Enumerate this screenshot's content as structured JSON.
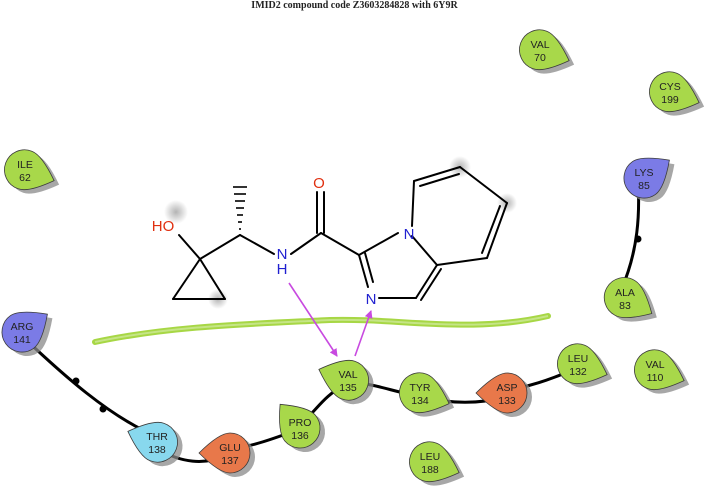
{
  "title": "IMID2 compound code  Z3603284828  with 6Y9R",
  "colors": {
    "hydrophobic": "#a8d84a",
    "negative": "#e8784a",
    "positive": "#7b7be6",
    "polar": "#88d8ee",
    "hbond": "#c84ae0",
    "pocket": "#98d024",
    "oxygen": "#e03010",
    "nitrogen": "#2020d0"
  },
  "residues": [
    {
      "id": "val70",
      "name": "VAL",
      "num": "70",
      "type": "hydrophobic"
    },
    {
      "id": "cys199",
      "name": "CYS",
      "num": "199",
      "type": "hydrophobic"
    },
    {
      "id": "ile62",
      "name": "ILE",
      "num": "62",
      "type": "hydrophobic"
    },
    {
      "id": "lys85",
      "name": "LYS",
      "num": "85",
      "type": "positive"
    },
    {
      "id": "ala83",
      "name": "ALA",
      "num": "83",
      "type": "hydrophobic"
    },
    {
      "id": "arg141",
      "name": "ARG",
      "num": "141",
      "type": "positive"
    },
    {
      "id": "thr138",
      "name": "THR",
      "num": "138",
      "type": "polar"
    },
    {
      "id": "glu137",
      "name": "GLU",
      "num": "137",
      "type": "negative"
    },
    {
      "id": "pro136",
      "name": "PRO",
      "num": "136",
      "type": "hydrophobic"
    },
    {
      "id": "val135",
      "name": "VAL",
      "num": "135",
      "type": "hydrophobic"
    },
    {
      "id": "tyr134",
      "name": "TYR",
      "num": "134",
      "type": "hydrophobic"
    },
    {
      "id": "asp133",
      "name": "ASP",
      "num": "133",
      "type": "negative"
    },
    {
      "id": "leu132",
      "name": "LEU",
      "num": "132",
      "type": "hydrophobic"
    },
    {
      "id": "val110",
      "name": "VAL",
      "num": "110",
      "type": "hydrophobic"
    },
    {
      "id": "leu188",
      "name": "LEU",
      "num": "188",
      "type": "hydrophobic"
    }
  ],
  "atoms": [
    {
      "id": "o-hydroxyl",
      "label": "HO",
      "element": "oxygen"
    },
    {
      "id": "o-carbonyl",
      "label": "O",
      "element": "oxygen"
    },
    {
      "id": "n-amide",
      "label": "N",
      "element": "nitrogen"
    },
    {
      "id": "h-amide",
      "label": "H",
      "element": "nitrogen"
    },
    {
      "id": "n-bridge",
      "label": "N",
      "element": "nitrogen"
    },
    {
      "id": "n-imidazole",
      "label": "N",
      "element": "nitrogen"
    }
  ]
}
